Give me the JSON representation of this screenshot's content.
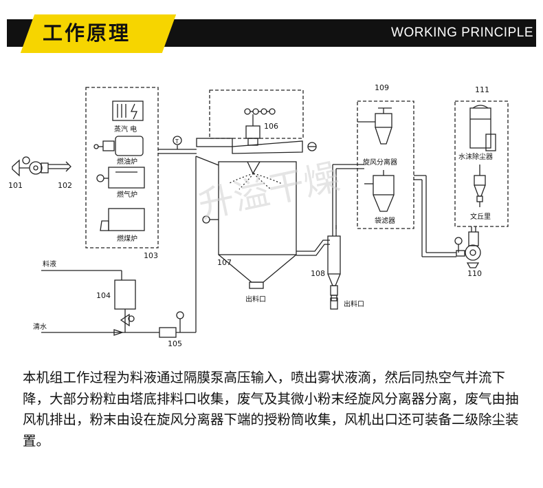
{
  "header": {
    "title": "工作原理",
    "subtitle": "WORKING PRINCIPLE"
  },
  "diagram": {
    "numbers": {
      "n101": "101",
      "n102": "102",
      "n103": "103",
      "n104": "104",
      "n105": "105",
      "n106": "106",
      "n107": "107",
      "n108": "108",
      "n109": "109",
      "n110": "110",
      "n111": "111"
    },
    "labels": {
      "steam_elec": "蒸汽 电",
      "oil_furnace": "燃油炉",
      "gas_furnace": "燃气炉",
      "coal_furnace": "燃煤炉",
      "feed_liquid": "料液",
      "clean_water": "清水",
      "outlet_tower": "出料口",
      "outlet_cyclone": "出料口",
      "cyclone_separator": "旋风分离器",
      "bag_filter": "袋滤器",
      "water_scrubber": "水沫除尘器",
      "venturi": "文丘里",
      "gauge_t": "T"
    },
    "watermark": "升溢干燥"
  },
  "description": "本机组工作过程为料液通过隔膜泵高压输入，喷出雾状液滴，然后同热空气并流下降，大部分粉粒由塔底排料口收集，废气及其微小粉末经旋风分离器分离，废气由抽风机排出，粉末由设在旋风分离器下端的授粉筒收集，风机出口还可装备二级除尘装置。"
}
